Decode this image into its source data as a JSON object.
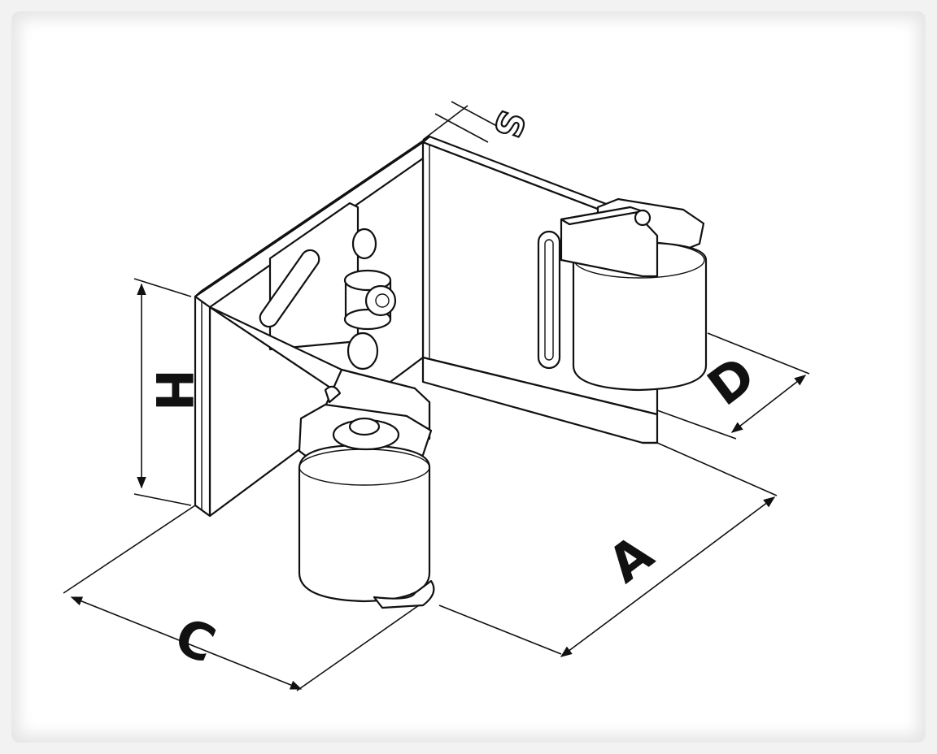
{
  "figure": {
    "labels": {
      "A": "A",
      "C": "C",
      "D": "D",
      "H": "H",
      "S": "S"
    },
    "colors": {
      "line": "#111111",
      "paper": "#ffffff",
      "background": "#f2f2f2"
    }
  }
}
